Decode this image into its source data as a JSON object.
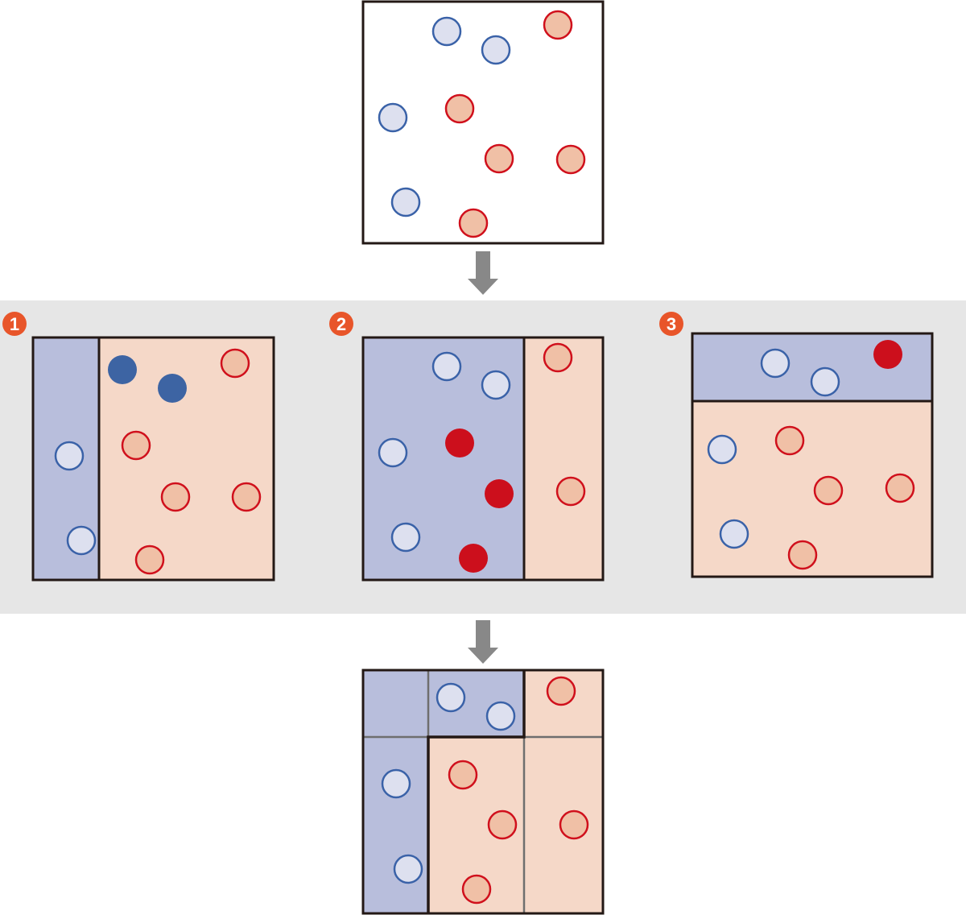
{
  "badges": [
    "1",
    "2",
    "3"
  ],
  "colors": {
    "panel_background": "#e6e6e6",
    "blue_region": "#b8bedc",
    "red_region": "#f5d8c8",
    "blue_point": "#3a62a8",
    "red_point": "#d0101c",
    "badge": "#e8552a",
    "arrow": "#888888"
  }
}
